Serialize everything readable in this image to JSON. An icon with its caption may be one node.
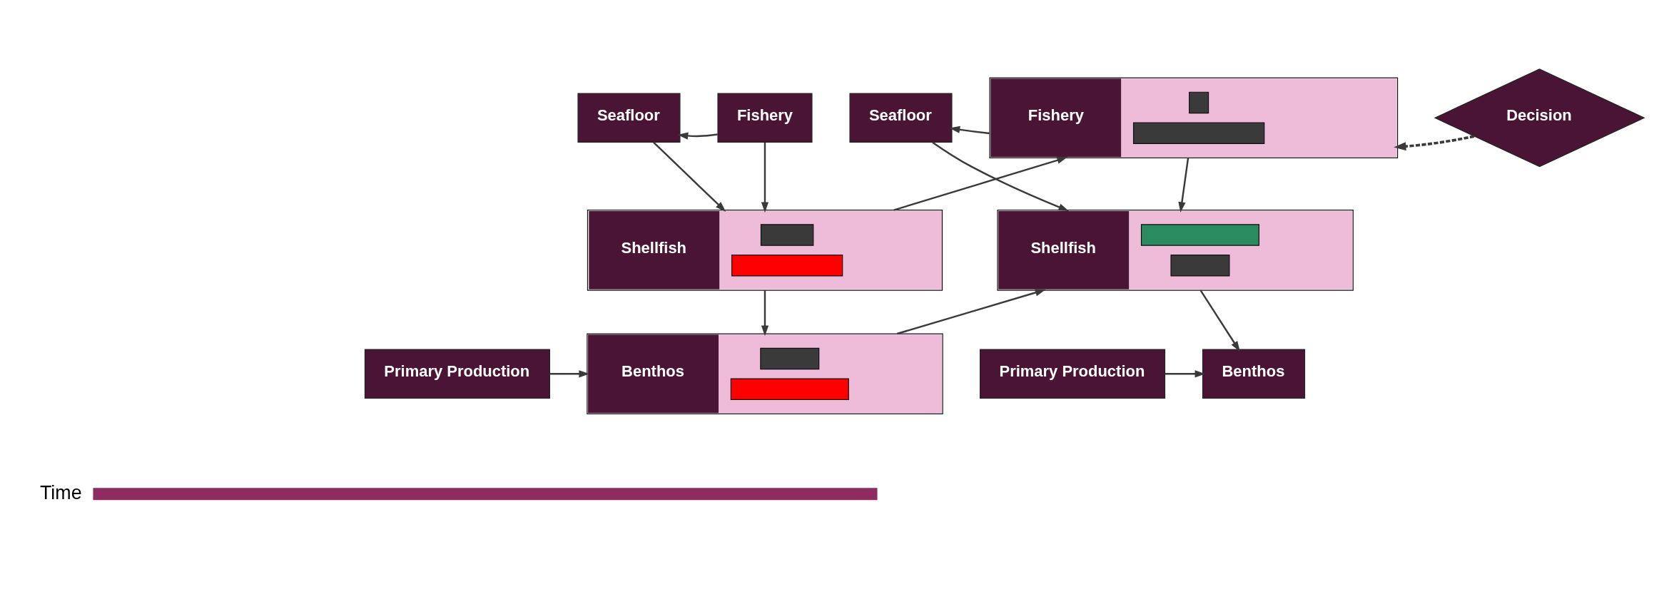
{
  "diagram": {
    "nodes": [
      {
        "text": [
          "Seafloor"
        ]
      },
      {
        "text": [
          "Fishery"
        ]
      },
      {
        "text": [
          "Shellfish"
        ]
      },
      {
        "text": [
          "Primary Production"
        ]
      },
      {
        "text": [
          "Benthos"
        ]
      },
      {
        "text": [
          "Seafloor"
        ]
      },
      {
        "text": [
          "Fishery"
        ]
      },
      {
        "text": [
          "Shellfish"
        ]
      },
      {
        "text": [
          "Primary Production"
        ]
      },
      {
        "text": [
          "Benthos"
        ]
      },
      {
        "text": [
          "Decision"
        ]
      }
    ],
    "edges": [
      {
        "from": 1,
        "to": 0,
        "arrow": "to"
      },
      {
        "from": 0,
        "to": 2,
        "arrow": "to"
      },
      {
        "from": 1,
        "to": 2,
        "arrow": "to"
      },
      {
        "from": 2,
        "to": 4,
        "arrow": "to"
      },
      {
        "from": 3,
        "to": 4,
        "arrow": "to"
      },
      {
        "from": 2,
        "to": 6,
        "arrow": "to"
      },
      {
        "from": 4,
        "to": 7,
        "arrow": "to"
      },
      {
        "from": 6,
        "to": 5,
        "arrow": "to"
      },
      {
        "from": 5,
        "to": 7,
        "arrow": "to"
      },
      {
        "from": 6,
        "to": 7,
        "arrow": "to"
      },
      {
        "from": 7,
        "to": 9,
        "arrow": "to"
      },
      {
        "from": 8,
        "to": 9,
        "arrow": "to"
      },
      {
        "from": 10,
        "to": 6,
        "arrow": "to",
        "style": "dashed"
      }
    ],
    "labels": [
      "Time"
    ]
  }
}
